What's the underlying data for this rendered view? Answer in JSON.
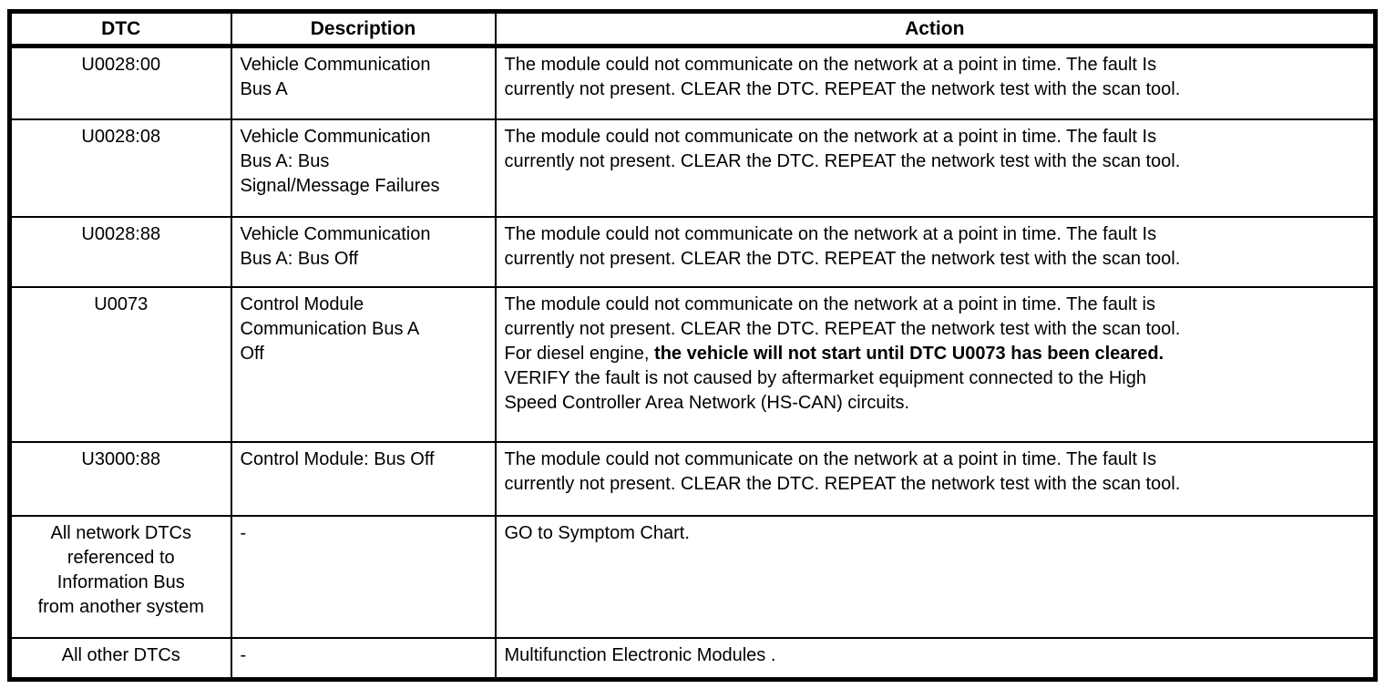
{
  "table": {
    "headers": [
      "DTC",
      "Description",
      "Action"
    ],
    "rows": [
      {
        "dtc": "U0028:00",
        "description": "Vehicle Communication\nBus A",
        "action": [
          {
            "text": "The module could not communicate on the network at a point in time. The fault Is\ncurrently not present. CLEAR the DTC. REPEAT the network test with the scan tool.",
            "bold": false
          }
        ]
      },
      {
        "dtc": "U0028:08",
        "description": "Vehicle Communication\nBus A: Bus\nSignal/Message Failures",
        "action": [
          {
            "text": "The module could not communicate on the network at a point in time. The fault Is\ncurrently not present. CLEAR the DTC. REPEAT the network test with the scan tool.",
            "bold": false
          }
        ]
      },
      {
        "dtc": "U0028:88",
        "description": "Vehicle Communication\nBus A: Bus Off",
        "action": [
          {
            "text": "The module could not communicate on the network at a point in time. The fault Is\ncurrently not present. CLEAR the DTC. REPEAT the network test with the scan tool.",
            "bold": false
          }
        ]
      },
      {
        "dtc": "U0073",
        "description": "Control Module\nCommunication Bus A\nOff",
        "action": [
          {
            "text": "The module could not communicate on the network at a point in time. The fault is\ncurrently not present. CLEAR the DTC. REPEAT the network test with the scan tool.\nFor diesel engine, ",
            "bold": false
          },
          {
            "text": "the vehicle will not start until DTC U0073 has been cleared.",
            "bold": true
          },
          {
            "text": "\nVERIFY the fault is not caused by aftermarket equipment connected to the High\nSpeed Controller Area Network (HS-CAN) circuits.",
            "bold": false
          }
        ]
      },
      {
        "dtc": "U3000:88",
        "description": "Control Module: Bus Off",
        "action": [
          {
            "text": "The module could not communicate on the network at a point in time. The fault Is\ncurrently not present. CLEAR the DTC. REPEAT the network test with the scan tool.",
            "bold": false
          }
        ]
      },
      {
        "dtc": "All network DTCs\nreferenced to\nInformation Bus\nfrom another system",
        "description": "-",
        "action": [
          {
            "text": "GO to Symptom Chart.",
            "bold": false
          }
        ]
      },
      {
        "dtc": "All other DTCs",
        "description": "-",
        "action": [
          {
            "text": "Multifunction Electronic Modules .",
            "bold": false
          }
        ]
      }
    ]
  },
  "colors": {
    "border": "#000000",
    "text": "#000000",
    "background": "#ffffff"
  }
}
